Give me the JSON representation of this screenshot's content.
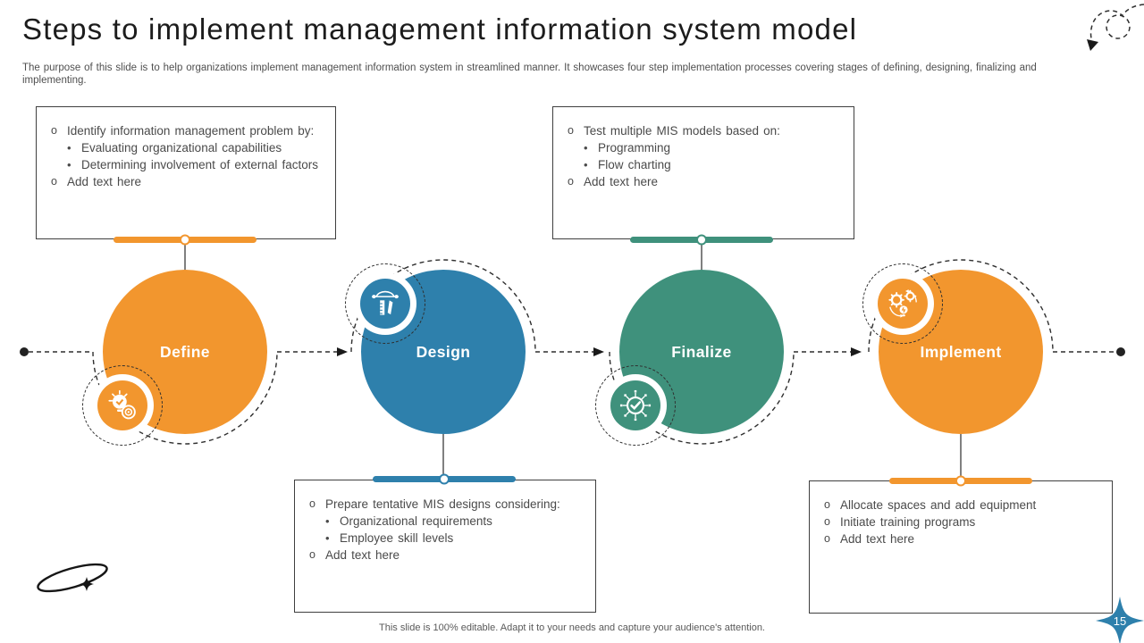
{
  "slide": {
    "title": "Steps to implement management information system model",
    "subtitle": "The purpose of this slide is to help organizations implement management information system in streamlined manner. It showcases four step implementation processes covering stages of defining, designing, finalizing and implementing.",
    "footer": "This slide is 100% editable. Adapt it to your needs and capture your audience's attention.",
    "page_number": "15"
  },
  "colors": {
    "orange": "#F2962E",
    "blue": "#2E80AC",
    "teal": "#3F917C",
    "ink": "#2b2b2b"
  },
  "steps": [
    {
      "label": "Define",
      "color": "#F2962E",
      "icon": "idea-target-icon"
    },
    {
      "label": "Design",
      "color": "#2E80AC",
      "icon": "pen-tool-icon"
    },
    {
      "label": "Finalize",
      "color": "#3F917C",
      "icon": "chip-check-icon"
    },
    {
      "label": "Implement",
      "color": "#F2962E",
      "icon": "gears-idea-icon"
    }
  ],
  "boxes": [
    {
      "step": "Define",
      "accent": "#F2962E",
      "items": [
        {
          "marker": "o",
          "text": "Identify information management problem by:"
        },
        {
          "marker": "•",
          "text": "Evaluating organizational capabilities"
        },
        {
          "marker": "•",
          "text": "Determining involvement of external factors"
        },
        {
          "marker": "o",
          "text": "Add text here"
        }
      ]
    },
    {
      "step": "Finalize",
      "accent": "#3F917C",
      "items": [
        {
          "marker": "o",
          "text": "Test multiple MIS models based on:"
        },
        {
          "marker": "•",
          "text": "Programming"
        },
        {
          "marker": "•",
          "text": "Flow charting"
        },
        {
          "marker": "o",
          "text": "Add text here"
        }
      ]
    },
    {
      "step": "Design",
      "accent": "#2E80AC",
      "items": [
        {
          "marker": "o",
          "text": "Prepare tentative MIS designs considering:"
        },
        {
          "marker": "•",
          "text": "Organizational requirements"
        },
        {
          "marker": "•",
          "text": "Employee skill levels"
        },
        {
          "marker": "o",
          "text": "Add text here"
        }
      ]
    },
    {
      "step": "Implement",
      "accent": "#F2962E",
      "items": [
        {
          "marker": "o",
          "text": "Allocate spaces and add equipment"
        },
        {
          "marker": "o",
          "text": "Initiate training programs"
        },
        {
          "marker": "o",
          "text": "Add text here"
        }
      ]
    }
  ]
}
